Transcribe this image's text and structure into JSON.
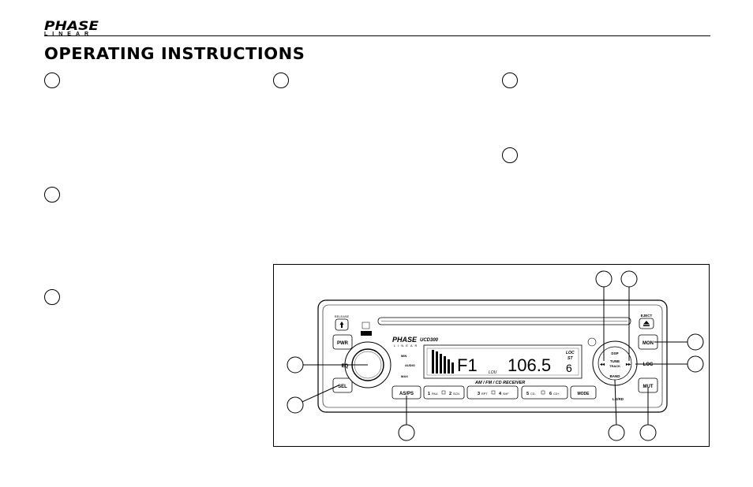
{
  "header": {
    "logo_top": "PHASE",
    "logo_bottom": "LINEAR",
    "title": "OPERATING INSTRUCTIONS"
  },
  "radio": {
    "release": "RELEASE",
    "eject": "EJECT",
    "model": "UCD300",
    "brand_top": "PHASE",
    "brand_bottom": "LINEAR",
    "pwr": "PWR",
    "sel": "SEL",
    "mon": "MON",
    "mut": "MUT",
    "loc": "LOC",
    "eq": "EQ",
    "asps": "AS/PS",
    "mode": "MODE",
    "dsp": "DSP",
    "tune": "TUNE",
    "track": "TRACK",
    "band": "BAND",
    "lo_rd": "LO/RD",
    "min": "MIN",
    "audio": "AUDIO",
    "max": "MAX",
    "receiver_label": "AM / FM / CD  RECEIVER",
    "display": {
      "band": "F1",
      "freq": "106.5",
      "loc": "LOC",
      "st": "ST",
      "preset": "6",
      "lou": "LOU"
    },
    "presets": [
      {
        "n1": "1",
        "l1": "PAU",
        "n2": "2",
        "l2": "SCN"
      },
      {
        "n1": "3",
        "l1": "RPT",
        "n2": "4",
        "l2": "SHF"
      },
      {
        "n1": "5",
        "l1": "CD-",
        "n2": "6",
        "l2": "CD+"
      }
    ]
  }
}
